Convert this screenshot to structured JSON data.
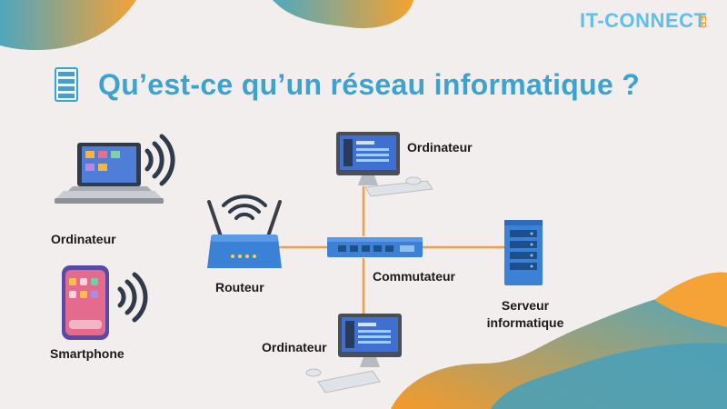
{
  "title": "Qu’est-ce qu’un réseau informatique ?",
  "brand": {
    "name": "IT-CONNECT",
    "suffix": ".FR"
  },
  "labels": {
    "laptop": "Ordinateur",
    "smartphone": "Smartphone",
    "router": "Routeur",
    "switch": "Commutateur",
    "desktop_top": "Ordinateur",
    "desktop_bottom": "Ordinateur",
    "server_line1": "Serveur",
    "server_line2": "informatique"
  },
  "colors": {
    "accent": "#3aa3d1",
    "cable": "#f0a04b",
    "device_blue": "#3b82d6",
    "blob_orange": "#f39b23",
    "blob_teal": "#4ba3b9"
  }
}
